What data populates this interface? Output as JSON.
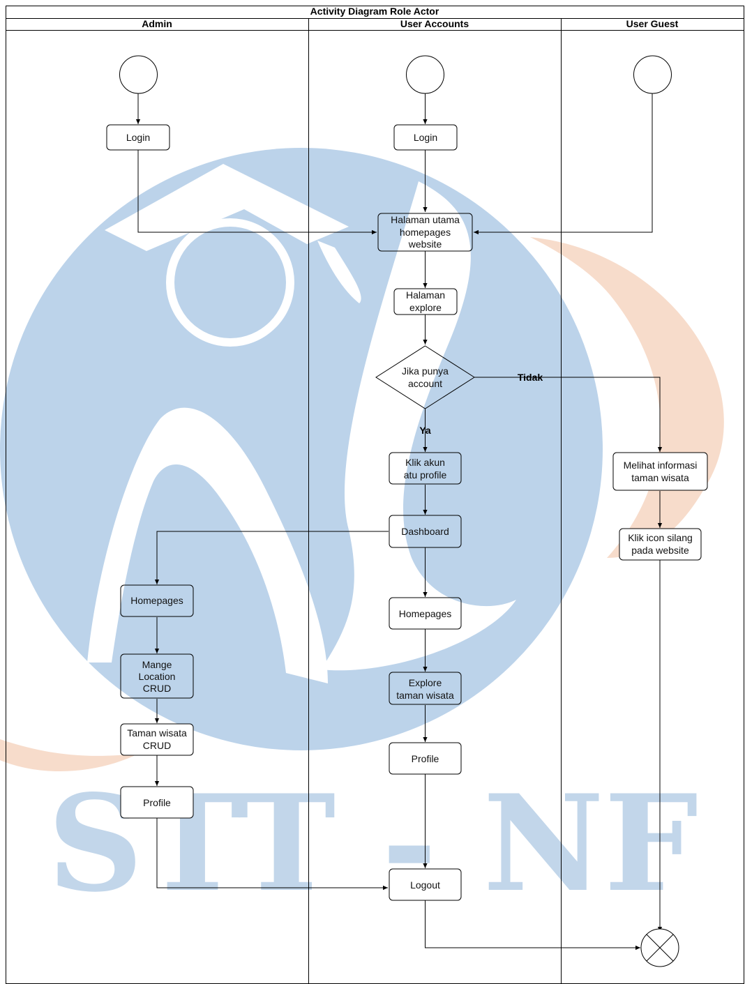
{
  "diagram": {
    "title": "Activity Diagram Role Actor",
    "lanes": [
      "Admin",
      "User Accounts",
      "User Guest"
    ],
    "nodes": {
      "admin_login": "Login",
      "user_login": "Login",
      "halaman_utama": [
        "Halaman utama",
        "homepages",
        "website"
      ],
      "halaman_explore": [
        "Halaman",
        "explore"
      ],
      "decision": [
        "Jika punya",
        "account"
      ],
      "klik_akun": [
        "Klik akun",
        "atu profile"
      ],
      "dashboard": "Dashboard",
      "user_homepages": "Homepages",
      "explore_taman": [
        "Explore",
        "taman wisata"
      ],
      "user_profile": "Profile",
      "logout": "Logout",
      "admin_homepages": "Homepages",
      "mange_location": [
        "Mange",
        "Location",
        "CRUD"
      ],
      "taman_wisata_crud": [
        "Taman wisata",
        "CRUD"
      ],
      "admin_profile": "Profile",
      "melihat_info": [
        "Melihat informasi",
        "taman wisata"
      ],
      "klik_icon": [
        "Klik icon silang",
        "pada website"
      ]
    },
    "edge_labels": {
      "no": "Tidak",
      "yes": "Ya"
    }
  },
  "watermark": {
    "text": "STT - NF",
    "colors": {
      "blue": "#bcd3ea",
      "orange": "#f7dccb"
    }
  }
}
